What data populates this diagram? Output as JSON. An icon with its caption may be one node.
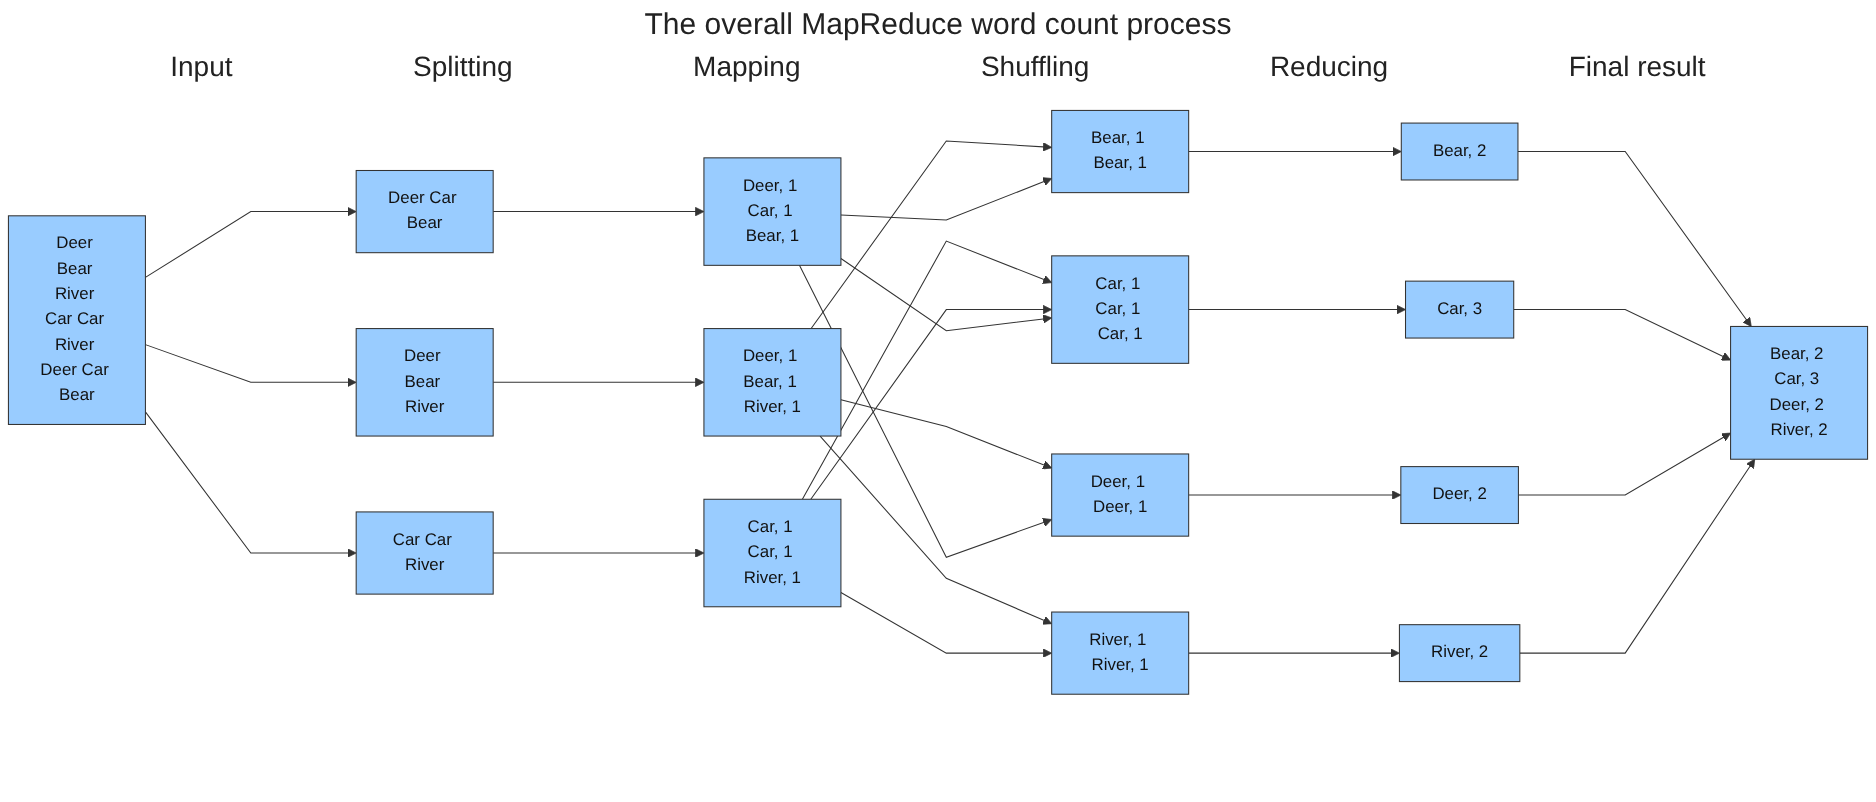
{
  "diagram": {
    "title": "The overall MapReduce word count process",
    "nodes": [
      {
        "text": [
          "Deer Bear River Car Car River Deer Car Bear"
        ]
      },
      {
        "text": [
          "Deer Bear River"
        ]
      },
      {
        "text": [
          "Car Car River"
        ]
      },
      {
        "text": [
          "Deer Car Bear"
        ]
      },
      {
        "text": [
          "Deer, 1 Bear, 1 River, 1"
        ]
      },
      {
        "text": [
          "Car, 1 Car, 1 River, 1"
        ]
      },
      {
        "text": [
          "Deer, 1 Car, 1 Bear, 1"
        ]
      },
      {
        "text": [
          "Bear, 1 Bear, 1"
        ]
      },
      {
        "text": [
          "Car, 1 Car, 1 Car, 1"
        ]
      },
      {
        "text": [
          "Deer, 1 Deer, 1"
        ]
      },
      {
        "text": [
          "River, 1 River, 1"
        ]
      },
      {
        "text": [
          "Bear, 2"
        ]
      },
      {
        "text": [
          "Car, 3"
        ]
      },
      {
        "text": [
          "Deer, 2"
        ]
      },
      {
        "text": [
          "River, 2"
        ]
      },
      {
        "text": [
          "Bear, 2 Car, 3 Deer, 2 River, 2"
        ]
      }
    ],
    "edges": [
      {
        "from": 0,
        "to": 1,
        "arrow": "to"
      },
      {
        "from": 0,
        "to": 2,
        "arrow": "to"
      },
      {
        "from": 0,
        "to": 3,
        "arrow": "to"
      },
      {
        "from": 1,
        "to": 4,
        "arrow": "to"
      },
      {
        "from": 2,
        "to": 5,
        "arrow": "to"
      },
      {
        "from": 3,
        "to": 6,
        "arrow": "to"
      },
      {
        "from": 4,
        "to": 7,
        "arrow": "to"
      },
      {
        "from": 4,
        "to": 9,
        "arrow": "to"
      },
      {
        "from": 4,
        "to": 10,
        "arrow": "to"
      },
      {
        "from": 5,
        "to": 8,
        "arrow": "to"
      },
      {
        "from": 5,
        "to": 8,
        "arrow": "to"
      },
      {
        "from": 5,
        "to": 10,
        "arrow": "to"
      },
      {
        "from": 6,
        "to": 7,
        "arrow": "to"
      },
      {
        "from": 6,
        "to": 8,
        "arrow": "to"
      },
      {
        "from": 6,
        "to": 9,
        "arrow": "to"
      },
      {
        "from": 7,
        "to": 11,
        "arrow": "to"
      },
      {
        "from": 8,
        "to": 12,
        "arrow": "to"
      },
      {
        "from": 9,
        "to": 13,
        "arrow": "to"
      },
      {
        "from": 10,
        "to": 14,
        "arrow": "to"
      },
      {
        "from": 11,
        "to": 15,
        "arrow": "to"
      },
      {
        "from": 12,
        "to": 15,
        "arrow": "to"
      },
      {
        "from": 13,
        "to": 15,
        "arrow": "to"
      },
      {
        "from": 14,
        "to": 15,
        "arrow": "to"
      }
    ],
    "labels": [
      "Input",
      "Splitting",
      "Mapping",
      "Shuffling",
      "Reducing",
      "Final result"
    ]
  }
}
